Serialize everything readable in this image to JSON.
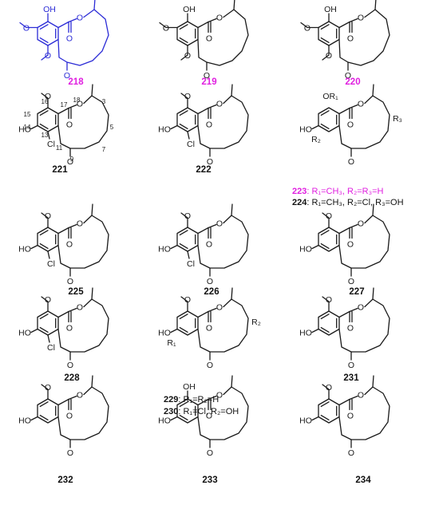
{
  "compounds": [
    {
      "id": "218",
      "color": "#e020e0"
    },
    {
      "id": "219",
      "color": "#e020e0"
    },
    {
      "id": "220",
      "color": "#e020e0"
    },
    {
      "id": "221",
      "color": "#111111"
    },
    {
      "id": "222",
      "color": "#111111"
    },
    {
      "id": "223",
      "color": "#e020e0"
    },
    {
      "id": "224",
      "color": "#111111"
    },
    {
      "id": "225",
      "color": "#111111"
    },
    {
      "id": "226",
      "color": "#111111"
    },
    {
      "id": "227",
      "color": "#111111"
    },
    {
      "id": "228",
      "color": "#111111"
    },
    {
      "id": "229",
      "color": "#111111"
    },
    {
      "id": "230",
      "color": "#111111"
    },
    {
      "id": "231",
      "color": "#111111"
    },
    {
      "id": "232",
      "color": "#111111"
    },
    {
      "id": "233",
      "color": "#111111"
    },
    {
      "id": "234",
      "color": "#111111"
    }
  ],
  "captions": {
    "c223": ": R₁=CH₃, R₂=R₃=H",
    "c224": ": R₁=CH₃, R₂=Cl, R₃=OH",
    "c229": ": R₁=R₂=H",
    "c230": ": R₁=Cl, R₂=OH"
  },
  "atoms": {
    "OH": "OH",
    "HO": "HO",
    "O": "O",
    "Cl": "Cl",
    "OR1": "OR₁",
    "R1": "R₁",
    "R2": "R₂",
    "R3": "R₃"
  },
  "locants": [
    "16",
    "17",
    "18",
    "15",
    "14",
    "13",
    "11",
    "3",
    "5",
    "7",
    "9"
  ],
  "colors": {
    "highlight_structure": "#2b2bd6",
    "highlight_label": "#e020e0",
    "ink": "#1a1a1a"
  }
}
